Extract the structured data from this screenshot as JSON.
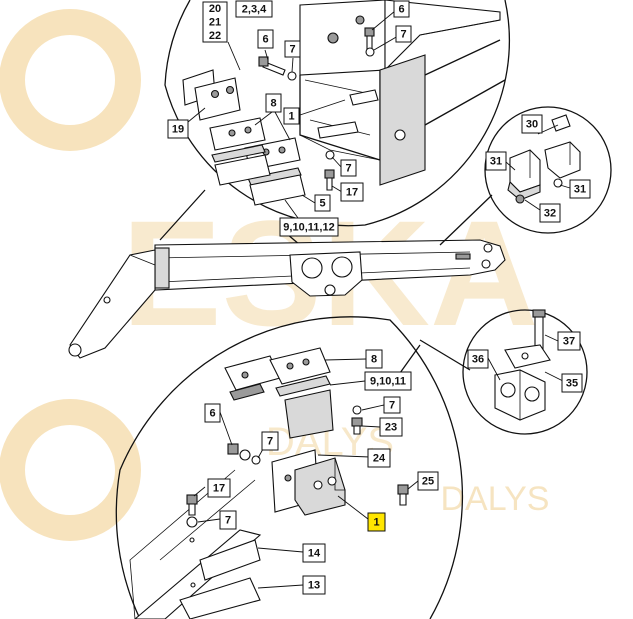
{
  "watermark": {
    "big_text": "ESKA",
    "sub_text_1": "DALYS",
    "sub_text_2": "DALYS",
    "color": "#f3d9a8"
  },
  "callouts": [
    {
      "id": "l-20-21-22",
      "lines": [
        "20",
        "21",
        "22"
      ]
    },
    {
      "id": "l-2-3-4",
      "lines": [
        "2,3,4"
      ]
    },
    {
      "id": "l-6-top",
      "lines": [
        "6"
      ]
    },
    {
      "id": "l-6-mid",
      "lines": [
        "6"
      ]
    },
    {
      "id": "l-7-top",
      "lines": [
        "7"
      ]
    },
    {
      "id": "l-7-mid",
      "lines": [
        "7"
      ]
    },
    {
      "id": "l-8-top",
      "lines": [
        "8"
      ]
    },
    {
      "id": "l-1-top",
      "lines": [
        "1"
      ]
    },
    {
      "id": "l-19",
      "lines": [
        "19"
      ]
    },
    {
      "id": "l-7-top2",
      "lines": [
        "7"
      ]
    },
    {
      "id": "l-17-top",
      "lines": [
        "17"
      ]
    },
    {
      "id": "l-5",
      "lines": [
        "5"
      ]
    },
    {
      "id": "l-9-10-11-12",
      "lines": [
        "9,10,11,12"
      ]
    },
    {
      "id": "l-30",
      "lines": [
        "30"
      ]
    },
    {
      "id": "l-31-left",
      "lines": [
        "31"
      ]
    },
    {
      "id": "l-31-right",
      "lines": [
        "31"
      ]
    },
    {
      "id": "l-32",
      "lines": [
        "32"
      ]
    },
    {
      "id": "l-37",
      "lines": [
        "37"
      ]
    },
    {
      "id": "l-36",
      "lines": [
        "36"
      ]
    },
    {
      "id": "l-35",
      "lines": [
        "35"
      ]
    },
    {
      "id": "l-8-bottom",
      "lines": [
        "8"
      ]
    },
    {
      "id": "l-9-10-11",
      "lines": [
        "9,10,11"
      ]
    },
    {
      "id": "l-6-bottom",
      "lines": [
        "6"
      ]
    },
    {
      "id": "l-7-bottom-a",
      "lines": [
        "7"
      ]
    },
    {
      "id": "l-7-bottom-b",
      "lines": [
        "7"
      ]
    },
    {
      "id": "l-23",
      "lines": [
        "23"
      ]
    },
    {
      "id": "l-24",
      "lines": [
        "24"
      ]
    },
    {
      "id": "l-17-bottom",
      "lines": [
        "17"
      ]
    },
    {
      "id": "l-7-bottom-c",
      "lines": [
        "7"
      ]
    },
    {
      "id": "l-25",
      "lines": [
        "25"
      ]
    },
    {
      "id": "l-1-bottom",
      "lines": [
        "1"
      ],
      "highlight": true
    },
    {
      "id": "l-14",
      "lines": [
        "14"
      ]
    },
    {
      "id": "l-13",
      "lines": [
        "13"
      ]
    }
  ]
}
